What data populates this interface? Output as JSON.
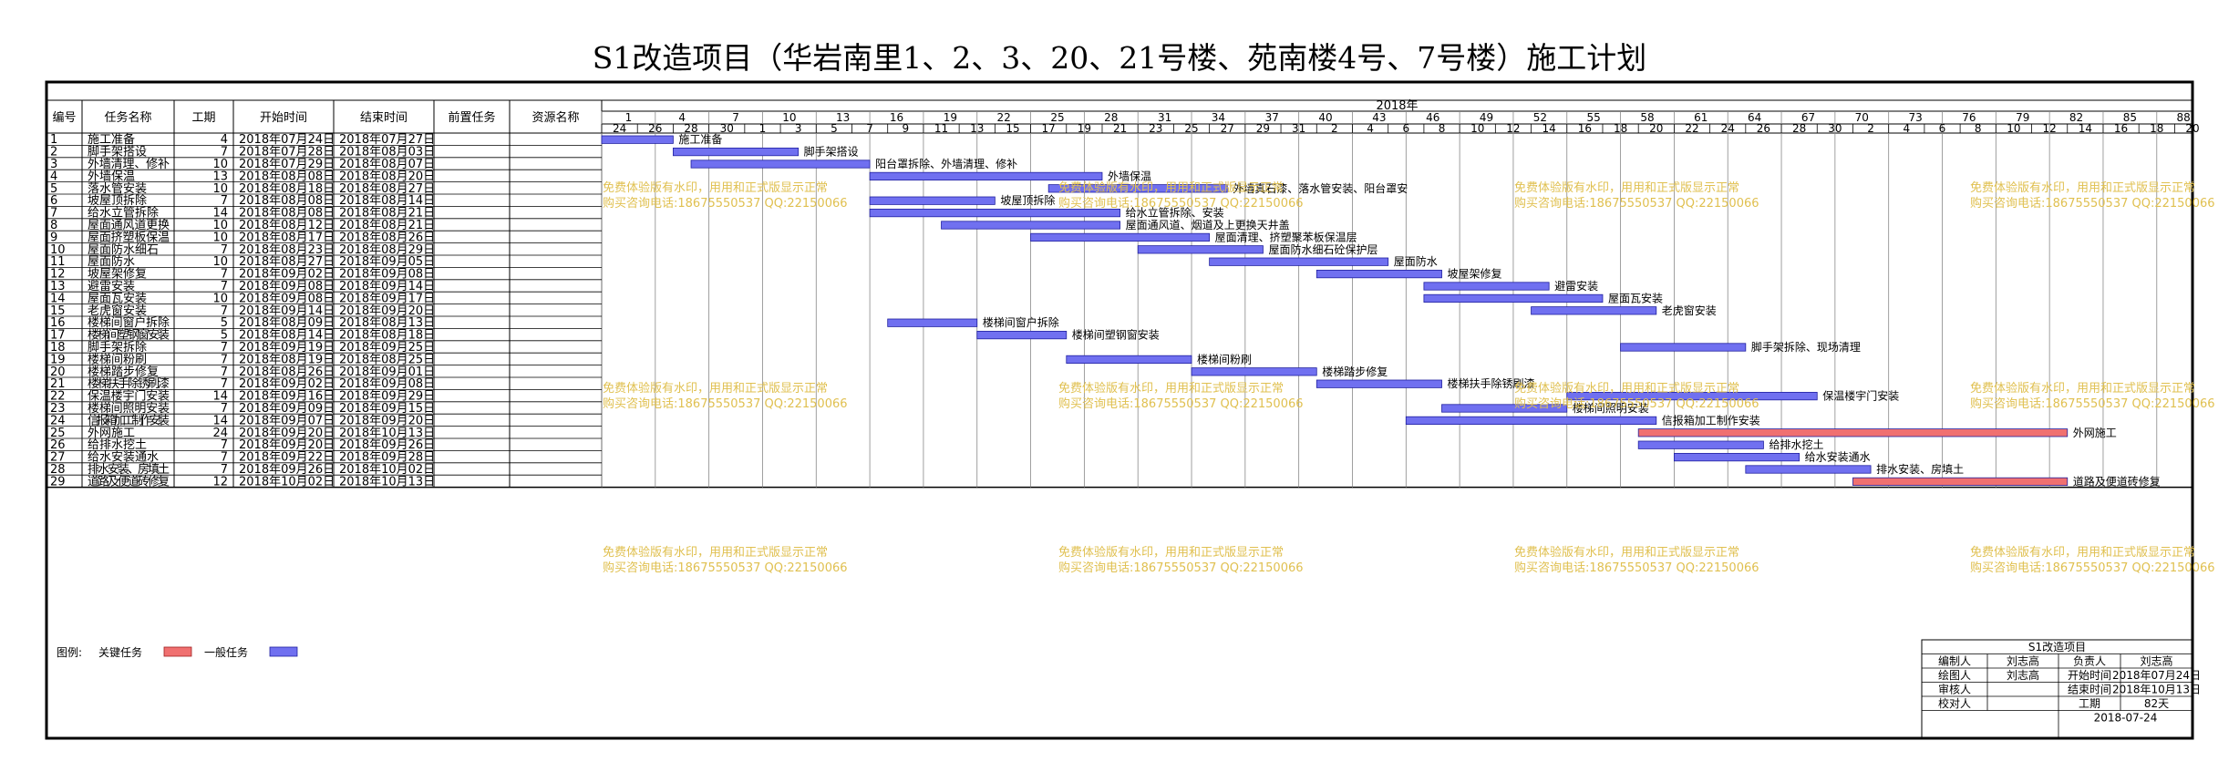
{
  "title": "S1改造项目（华岩南里1、2、3、20、21号楼、苑南楼4号、7号楼）施工计划",
  "columns": [
    "编号",
    "任务名称",
    "工期",
    "开始时间",
    "结束时间",
    "前置任务",
    "资源名称"
  ],
  "timeline": {
    "year_label": "2018年",
    "major_ticks": [
      "1",
      "4",
      "7",
      "10",
      "13",
      "16",
      "19",
      "22",
      "25",
      "28",
      "31",
      "34",
      "37",
      "40",
      "43",
      "46",
      "49",
      "52",
      "55",
      "58",
      "61",
      "64",
      "67",
      "70",
      "73",
      "76",
      "79",
      "82",
      "85",
      "88"
    ],
    "minor_ticks": [
      "24",
      "26",
      "28",
      "30",
      "1",
      "3",
      "5",
      "7",
      "9",
      "11",
      "13",
      "15",
      "17",
      "19",
      "21",
      "23",
      "25",
      "27",
      "29",
      "31",
      "2",
      "4",
      "6",
      "8",
      "10",
      "12",
      "14",
      "16",
      "18",
      "20",
      "22",
      "24",
      "26",
      "28",
      "30",
      "2",
      "4",
      "6",
      "8",
      "10",
      "12",
      "14",
      "16",
      "18",
      "20"
    ]
  },
  "chart_data": {
    "type": "gantt",
    "title": "S1改造项目（华岩南里1、2、3、20、21号楼、苑南楼4号、7号楼）施工计划",
    "time_start": "2018-07-24",
    "time_end": "2018-10-20",
    "tasks": [
      {
        "id": "1",
        "name": "施工准备",
        "duration": "4",
        "start": "2018年07月24日",
        "end": "2018年07月27日",
        "bar_label": "施工准备",
        "critical": false,
        "s": "2018-07-24",
        "e": "2018-07-27"
      },
      {
        "id": "2",
        "name": "脚手架搭设",
        "duration": "7",
        "start": "2018年07月28日",
        "end": "2018年08月03日",
        "bar_label": "脚手架搭设",
        "critical": false,
        "s": "2018-07-28",
        "e": "2018-08-03"
      },
      {
        "id": "3",
        "name": "外墙清理、修补",
        "duration": "10",
        "start": "2018年07月29日",
        "end": "2018年08月07日",
        "bar_label": "阳台罩拆除、外墙清理、修补",
        "critical": false,
        "s": "2018-07-29",
        "e": "2018-08-07"
      },
      {
        "id": "4",
        "name": "外墙保温",
        "duration": "13",
        "start": "2018年08月08日",
        "end": "2018年08月20日",
        "bar_label": "外墙保温",
        "critical": false,
        "s": "2018-08-08",
        "e": "2018-08-20"
      },
      {
        "id": "5",
        "name": "落水管安装",
        "duration": "10",
        "start": "2018年08月18日",
        "end": "2018年08月27日",
        "bar_label": "外墙真石漆、落水管安装、阳台罩安",
        "critical": false,
        "s": "2018-08-18",
        "e": "2018-08-27"
      },
      {
        "id": "6",
        "name": "坡屋顶拆除",
        "duration": "7",
        "start": "2018年08月08日",
        "end": "2018年08月14日",
        "bar_label": "坡屋顶拆除",
        "critical": false,
        "s": "2018-08-08",
        "e": "2018-08-14"
      },
      {
        "id": "7",
        "name": "给水立管拆除",
        "duration": "14",
        "start": "2018年08月08日",
        "end": "2018年08月21日",
        "bar_label": "给水立管拆除、安装",
        "critical": false,
        "s": "2018-08-08",
        "e": "2018-08-21"
      },
      {
        "id": "8",
        "name": "屋面通风道更换",
        "duration": "10",
        "start": "2018年08月12日",
        "end": "2018年08月21日",
        "bar_label": "屋面通风道、烟道及上更换天井盖",
        "critical": false,
        "s": "2018-08-12",
        "e": "2018-08-21"
      },
      {
        "id": "9",
        "name": "屋面挤塑板保温",
        "duration": "10",
        "start": "2018年08月17日",
        "end": "2018年08月26日",
        "bar_label": "屋面清理、挤塑聚苯板保温层",
        "critical": false,
        "s": "2018-08-17",
        "e": "2018-08-26"
      },
      {
        "id": "10",
        "name": "屋面防水细石",
        "duration": "7",
        "start": "2018年08月23日",
        "end": "2018年08月29日",
        "bar_label": "屋面防水细石砼保护层",
        "critical": false,
        "s": "2018-08-23",
        "e": "2018-08-29"
      },
      {
        "id": "11",
        "name": "屋面防水",
        "duration": "10",
        "start": "2018年08月27日",
        "end": "2018年09月05日",
        "bar_label": "屋面防水",
        "critical": false,
        "s": "2018-08-27",
        "e": "2018-09-05"
      },
      {
        "id": "12",
        "name": "坡屋架修复",
        "duration": "7",
        "start": "2018年09月02日",
        "end": "2018年09月08日",
        "bar_label": "坡屋架修复",
        "critical": false,
        "s": "2018-09-02",
        "e": "2018-09-08"
      },
      {
        "id": "13",
        "name": "避雷安装",
        "duration": "7",
        "start": "2018年09月08日",
        "end": "2018年09月14日",
        "bar_label": "避雷安装",
        "critical": false,
        "s": "2018-09-08",
        "e": "2018-09-14"
      },
      {
        "id": "14",
        "name": "屋面瓦安装",
        "duration": "10",
        "start": "2018年09月08日",
        "end": "2018年09月17日",
        "bar_label": "屋面瓦安装",
        "critical": false,
        "s": "2018-09-08",
        "e": "2018-09-17"
      },
      {
        "id": "15",
        "name": "老虎窗安装",
        "duration": "7",
        "start": "2018年09月14日",
        "end": "2018年09月20日",
        "bar_label": "老虎窗安装",
        "critical": false,
        "s": "2018-09-14",
        "e": "2018-09-20"
      },
      {
        "id": "16",
        "name": "楼梯间窗户拆除",
        "duration": "5",
        "start": "2018年08月09日",
        "end": "2018年08月13日",
        "bar_label": "楼梯间窗户拆除",
        "critical": false,
        "s": "2018-08-09",
        "e": "2018-08-13"
      },
      {
        "id": "17",
        "name": "楼梯间塑钢窗安装",
        "duration": "5",
        "start": "2018年08月14日",
        "end": "2018年08月18日",
        "bar_label": "楼梯间塑钢窗安装",
        "critical": false,
        "s": "2018-08-14",
        "e": "2018-08-18"
      },
      {
        "id": "18",
        "name": "脚手架拆除",
        "duration": "7",
        "start": "2018年09月19日",
        "end": "2018年09月25日",
        "bar_label": "脚手架拆除、现场清理",
        "critical": false,
        "s": "2018-09-19",
        "e": "2018-09-25"
      },
      {
        "id": "19",
        "name": "楼梯间粉刷",
        "duration": "7",
        "start": "2018年08月19日",
        "end": "2018年08月25日",
        "bar_label": "楼梯间粉刷",
        "critical": false,
        "s": "2018-08-19",
        "e": "2018-08-25"
      },
      {
        "id": "20",
        "name": "楼梯踏步修复",
        "duration": "7",
        "start": "2018年08月26日",
        "end": "2018年09月01日",
        "bar_label": "楼梯踏步修复",
        "critical": false,
        "s": "2018-08-26",
        "e": "2018-09-01"
      },
      {
        "id": "21",
        "name": "楼梯扶手除锈刷漆",
        "duration": "7",
        "start": "2018年09月02日",
        "end": "2018年09月08日",
        "bar_label": "楼梯扶手除锈刷漆",
        "critical": false,
        "s": "2018-09-02",
        "e": "2018-09-08"
      },
      {
        "id": "22",
        "name": "保温楼宇门安装",
        "duration": "14",
        "start": "2018年09月16日",
        "end": "2018年09月29日",
        "bar_label": "保温楼宇门安装",
        "critical": false,
        "s": "2018-09-16",
        "e": "2018-09-29"
      },
      {
        "id": "23",
        "name": "楼梯间照明安装",
        "duration": "7",
        "start": "2018年09月09日",
        "end": "2018年09月15日",
        "bar_label": "楼梯间照明安装",
        "critical": false,
        "s": "2018-09-09",
        "e": "2018-09-15"
      },
      {
        "id": "24",
        "name": "信报箱加工制作安装",
        "duration": "14",
        "start": "2018年09月07日",
        "end": "2018年09月20日",
        "bar_label": "信报箱加工制作安装",
        "critical": false,
        "s": "2018-09-07",
        "e": "2018-09-20"
      },
      {
        "id": "25",
        "name": "外网施工",
        "duration": "24",
        "start": "2018年09月20日",
        "end": "2018年10月13日",
        "bar_label": "外网施工",
        "critical": true,
        "s": "2018-09-20",
        "e": "2018-10-13"
      },
      {
        "id": "26",
        "name": "给排水挖土",
        "duration": "7",
        "start": "2018年09月20日",
        "end": "2018年09月26日",
        "bar_label": "给排水挖土",
        "critical": false,
        "s": "2018-09-20",
        "e": "2018-09-26"
      },
      {
        "id": "27",
        "name": "给水安装通水",
        "duration": "7",
        "start": "2018年09月22日",
        "end": "2018年09月28日",
        "bar_label": "给水安装通水",
        "critical": false,
        "s": "2018-09-22",
        "e": "2018-09-28"
      },
      {
        "id": "28",
        "name": "排水安装、房填土",
        "duration": "7",
        "start": "2018年09月26日",
        "end": "2018年10月02日",
        "bar_label": "排水安装、房填土",
        "critical": false,
        "s": "2018-09-26",
        "e": "2018-10-02"
      },
      {
        "id": "29",
        "name": "道路及便道砖修复",
        "duration": "12",
        "start": "2018年10月02日",
        "end": "2018年10月13日",
        "bar_label": "道路及便道砖修复",
        "critical": true,
        "s": "2018-10-02",
        "e": "2018-10-13"
      }
    ]
  },
  "legend": {
    "label": "图例:",
    "critical": "关键任务",
    "normal": "一般任务",
    "critical_color": "#f07070",
    "normal_color": "#7070f0"
  },
  "info_box": {
    "title": "S1改造项目",
    "rows": [
      [
        "编制人",
        "刘志高",
        "负责人",
        "刘志高"
      ],
      [
        "绘图人",
        "刘志高",
        "开始时间",
        "2018年07月24日"
      ],
      [
        "审核人",
        "",
        "结束时间",
        "2018年10月13日"
      ],
      [
        "校对人",
        "",
        "工期",
        "82天"
      ]
    ],
    "date": "2018-07-24"
  },
  "watermark": [
    "免费体验版有水印，用用和正式版显示正常",
    "购买咨询电话:18675550537 QQ:22150066"
  ]
}
